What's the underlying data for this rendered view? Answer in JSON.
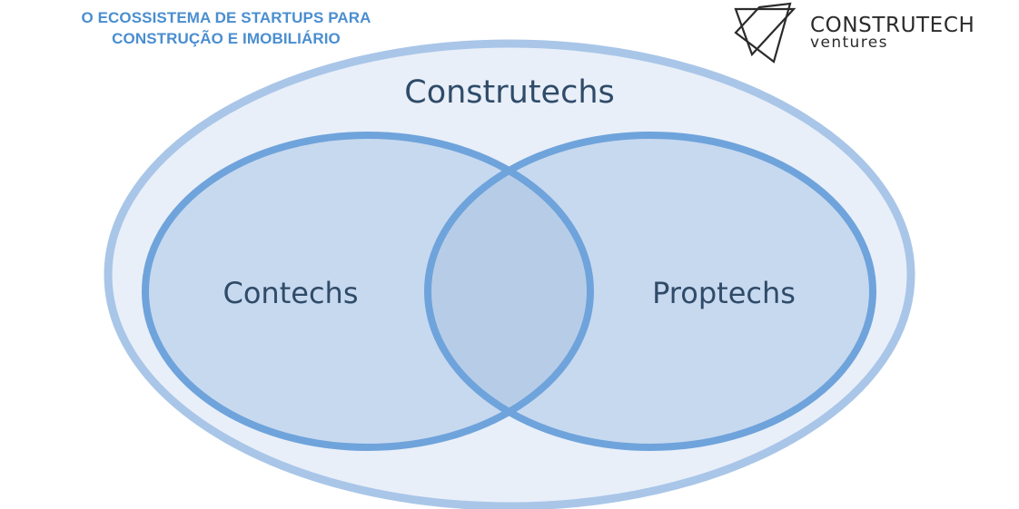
{
  "header": {
    "title_line1": "O ECOSSISTEMA DE STARTUPS PARA",
    "title_line2": "CONSTRUÇÃO E IMOBILIÁRIO"
  },
  "logo": {
    "name": "CONSTRUTECH",
    "sub": "ventures"
  },
  "diagram": {
    "outer_label": "Construtechs",
    "left_label": "Contechs",
    "right_label": "Proptechs"
  },
  "colors": {
    "title": "#4a8ed0",
    "outer_fill": "#e8eff9",
    "outer_stroke": "#a9c6e8",
    "inner_fill": "#c7d9ef",
    "inner_stroke": "#6fa3db",
    "overlap_fill": "#b7cde7",
    "label": "#2f4b68"
  }
}
